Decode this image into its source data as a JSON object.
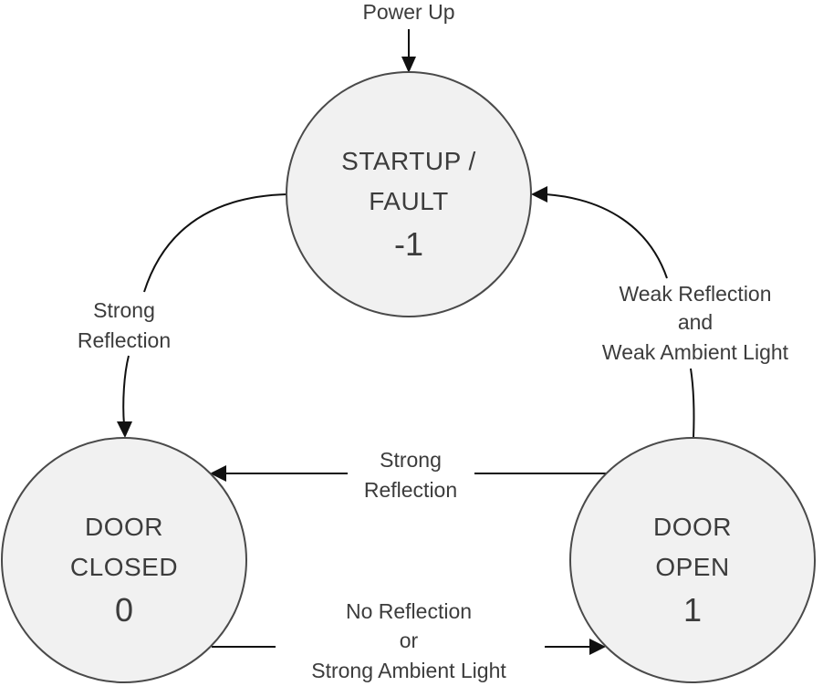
{
  "diagram": {
    "states": {
      "startup": {
        "name_line1": "STARTUP /",
        "name_line2": "FAULT",
        "value": "-1"
      },
      "closed": {
        "name_line1": "DOOR",
        "name_line2": "CLOSED",
        "value": "0"
      },
      "open": {
        "name_line1": "DOOR",
        "name_line2": "OPEN",
        "value": "1"
      }
    },
    "transitions": {
      "power_up": {
        "line1": "Power Up"
      },
      "startup_to_closed": {
        "line1": "Strong",
        "line2": "Reflection"
      },
      "open_to_startup": {
        "line1": "Weak Reflection",
        "line2": "and",
        "line3": "Weak Ambient Light"
      },
      "open_to_closed": {
        "line1": "Strong",
        "line2": "Reflection"
      },
      "closed_to_open": {
        "line1": "No Reflection",
        "line2": "or",
        "line3": "Strong Ambient Light"
      }
    },
    "colors": {
      "state_fill": "#f1f1f1",
      "state_stroke": "#4a4a4a",
      "edge": "#111111",
      "text": "#3c3c3c"
    }
  }
}
